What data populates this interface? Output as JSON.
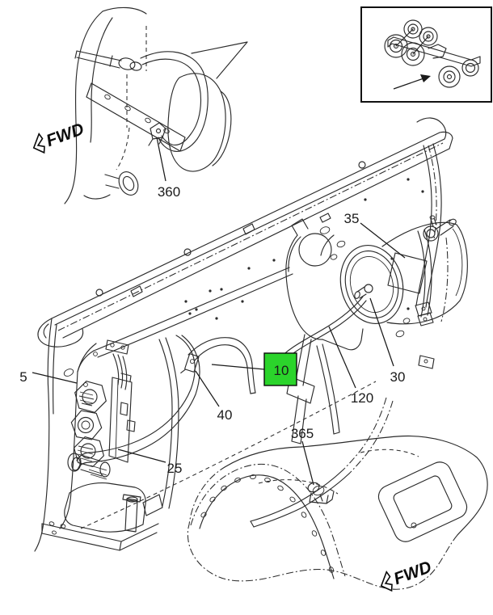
{
  "figure": {
    "type": "vehicle-parts-diagram",
    "callouts": [
      {
        "label": "5"
      },
      {
        "label": "10"
      },
      {
        "label": "25"
      },
      {
        "label": "30"
      },
      {
        "label": "35"
      },
      {
        "label": "40"
      },
      {
        "label": "120"
      },
      {
        "label": "360"
      },
      {
        "label": "365"
      }
    ],
    "highlighted_callout": {
      "label": "10",
      "fill": "#2bd42b",
      "border": "#0b0b0b"
    },
    "direction_indicators": [
      {
        "label": "FWD",
        "position": "top-left"
      },
      {
        "label": "FWD",
        "position": "bottom-right"
      }
    ],
    "inset": {
      "description": "truck-chassis-orientation-thumbnail"
    },
    "colors": {
      "background": "#ffffff",
      "line": "#2b2b2b",
      "highlight_green": "#2bd42b"
    }
  }
}
